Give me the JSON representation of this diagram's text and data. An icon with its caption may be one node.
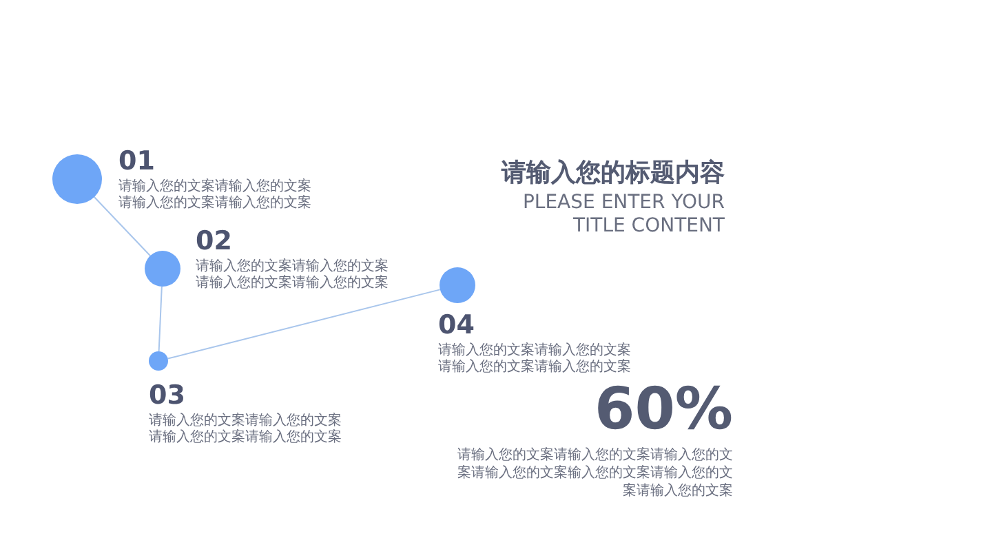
{
  "diagram": {
    "title": "请输入您的标题内容",
    "nodes": [
      {
        "text": [],
        "shape": "circle",
        "beside": [
          "01",
          "请输入您的文案请输入您的文案请输入您的文案请输入您的文案"
        ]
      },
      {
        "text": [],
        "shape": "circle",
        "beside": [
          "02",
          "请输入您的文案请输入您的文案请输入您的文案请输入您的文案"
        ]
      },
      {
        "text": [],
        "shape": "circle",
        "beside": [
          "03",
          "请输入您的文案请输入您的文案请输入您的文案请输入您的文案"
        ]
      },
      {
        "text": [],
        "shape": "circle",
        "beside": [
          "04",
          "请输入您的文案请输入您的文案请输入您的文案请输入您的文案"
        ]
      }
    ],
    "edges": [
      {
        "from": 0,
        "to": 1,
        "arrow": "none"
      },
      {
        "from": 1,
        "to": 2,
        "arrow": "none"
      },
      {
        "from": 2,
        "to": 3,
        "arrow": "none"
      }
    ],
    "labels": [
      "PLEASE ENTER YOUR TITLE CONTENT",
      "60%",
      "请输入您的文案请输入您的文案请输入您的文案请输入您的文案输入您的文案请输入您的文案请输入您的文案"
    ]
  }
}
